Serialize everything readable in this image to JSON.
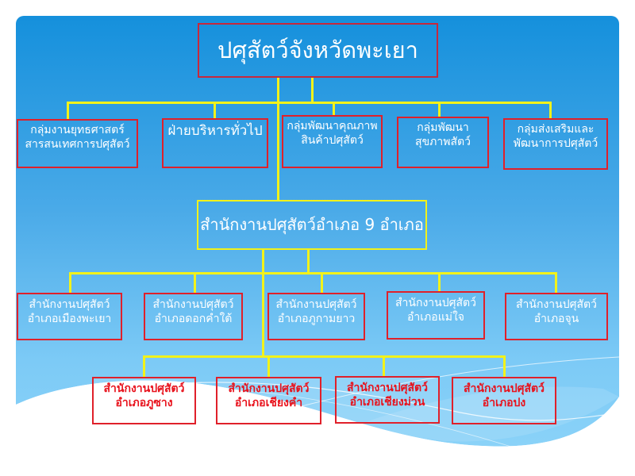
{
  "title": "ปศุสัตว์จังหวัดพะเยา",
  "groups": [
    {
      "lines": [
        "กลุ่มงานยุทธศาสตร์",
        "สารสนเทศการปศุสัตว์"
      ]
    },
    {
      "lines": [
        "ฝ่ายบริหารทั่วไป"
      ]
    },
    {
      "lines": [
        "กลุ่มพัฒนาคุณภาพ",
        "สินค้าปศุสัตว์"
      ]
    },
    {
      "lines": [
        "กลุ่มพัฒนา",
        "สุขภาพสัตว์"
      ]
    },
    {
      "lines": [
        "กลุ่มส่งเสริมและ",
        "พัฒนาการปศุสัตว์"
      ]
    }
  ],
  "district_office": "สำนักงานปศุสัตว์อำเภอ 9 อำเภอ",
  "districts_row1": [
    {
      "lines": [
        "สำนักงานปศุสัตว์",
        "อำเภอเมืองพะเยา"
      ]
    },
    {
      "lines": [
        "สำนักงานปศุสัตว์",
        "อำเภอดอกคำใต้"
      ]
    },
    {
      "lines": [
        "สำนักงานปศุสัตว์",
        "อำเภอภูกามยาว"
      ]
    },
    {
      "lines": [
        "สำนักงานปศุสัตว์",
        "อำเภอแม่ใจ"
      ]
    },
    {
      "lines": [
        "สำนักงานปศุสัตว์",
        "อำเภอจุน"
      ]
    }
  ],
  "districts_row2": [
    {
      "lines": [
        "สำนักงานปศุสัตว์",
        "อำเภอภูซาง"
      ]
    },
    {
      "lines": [
        "สำนักงานปศุสัตว์",
        "อำเภอเชียงคำ"
      ]
    },
    {
      "lines": [
        "สำนักงานปศุสัตว์",
        "อำเภอเชียงม่วน"
      ]
    },
    {
      "lines": [
        "สำนักงานปศุสัตว์",
        "อำเภอปง"
      ]
    }
  ],
  "colors": {
    "connector": "#f2f21a",
    "box_border": "#e0202a",
    "bottom_row_text": "#e8121c",
    "background_top": "#1590dc",
    "background_bottom": "#7ccaf6"
  }
}
